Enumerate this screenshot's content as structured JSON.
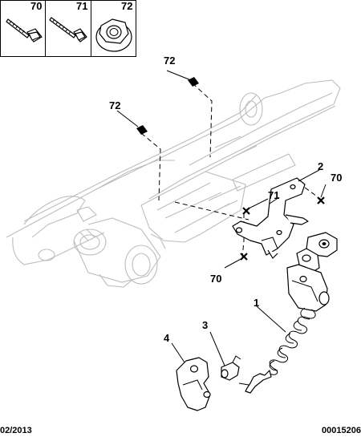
{
  "fasteners": [
    {
      "ref": "70",
      "icon": "screw-icon"
    },
    {
      "ref": "71",
      "icon": "long-screw-icon"
    },
    {
      "ref": "72",
      "icon": "flange-nut-icon"
    }
  ],
  "callouts": {
    "c72_top": "72",
    "c72_left": "72",
    "c2": "2",
    "c70_right": "70",
    "c71": "71",
    "c70_bottom": "70",
    "c1": "1",
    "c3": "3",
    "c4": "4"
  },
  "footer": {
    "date": "02/2013",
    "code": "00015206"
  }
}
